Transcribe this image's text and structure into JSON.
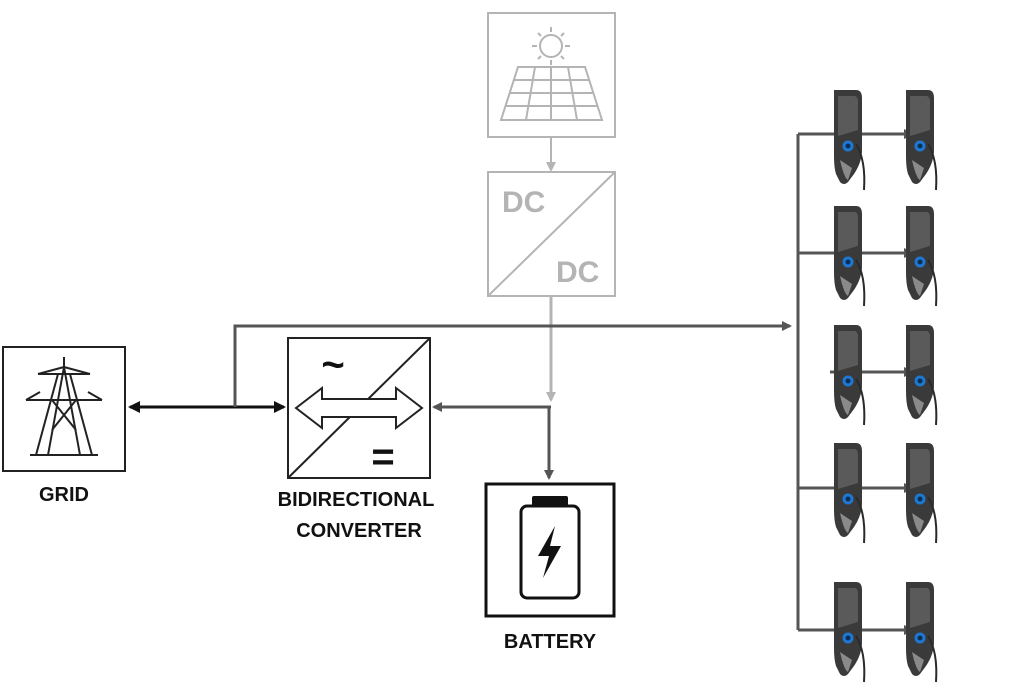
{
  "labels": {
    "grid": "GRID",
    "converter_line1": "BIDIRECTIONAL",
    "converter_line2": "CONVERTER",
    "battery": "BATTERY",
    "dc_in": "DC",
    "dc_out": "DC",
    "ac_symbol": "~",
    "dc_symbol": "="
  },
  "icons": {
    "solar": "solar-panel-icon",
    "grid": "transmission-tower-icon",
    "battery": "battery-icon",
    "charger": "ev-charger-icon"
  },
  "colors": {
    "line_dark": "#555555",
    "line_black": "#111111",
    "solar_faded": "#b4b4b4",
    "charger_body": "#3a3a3a",
    "charger_accent": "#1e78d2"
  },
  "charger_count": 10
}
